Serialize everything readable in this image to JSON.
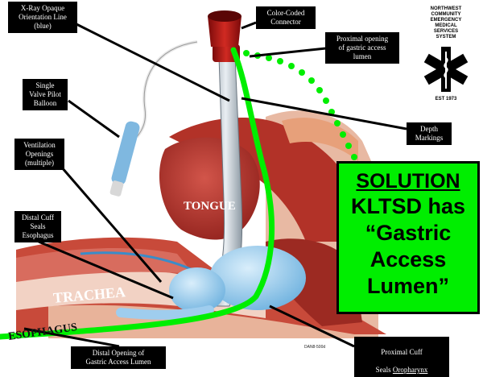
{
  "labels": {
    "xray_line": "X-Ray Opaque\nOrientation Line\n(blue)",
    "connector": "Color-Coded\nConnector",
    "proximal_opening": "Proximal opening\nof gastric access\nlumen",
    "pilot_balloon": "Single\nValve Pilot\nBalloon",
    "ventilation": "Ventilation\nOpenings\n(multiple)",
    "distal_cuff": "Distal Cuff\nSeals\nEsophagus",
    "depth_markings": "Depth\nMarkings",
    "distal_opening": "Distal Opening of\nGastric Access Lumen",
    "proximal_cuff_line1": "Proximal Cuff",
    "proximal_cuff_line2": "Seals ",
    "proximal_cuff_link": "Oropharynx"
  },
  "organs": {
    "tongue": "TONGUE",
    "trachea": "TRACHEA",
    "esophagus": "ESOPHAGUS"
  },
  "solution": {
    "title": "SOLUTION",
    "line1": "KLTSD has",
    "line2": "“Gastric",
    "line3": "Access",
    "line4": "Lumen”"
  },
  "logo": {
    "text_top": "NORTHWEST\nCOMMUNITY\nEMERGENCY\nMEDICAL\nSERVICES\nSYSTEM",
    "text_bottom": "EST 1973"
  },
  "credit": "DAN8-500d",
  "colors": {
    "accent_green": "#00ee00",
    "connector_red": "#b01010",
    "cuff_blue": "#8fc8ee",
    "tissue_red": "#c23a2e",
    "label_bg": "#000000"
  }
}
